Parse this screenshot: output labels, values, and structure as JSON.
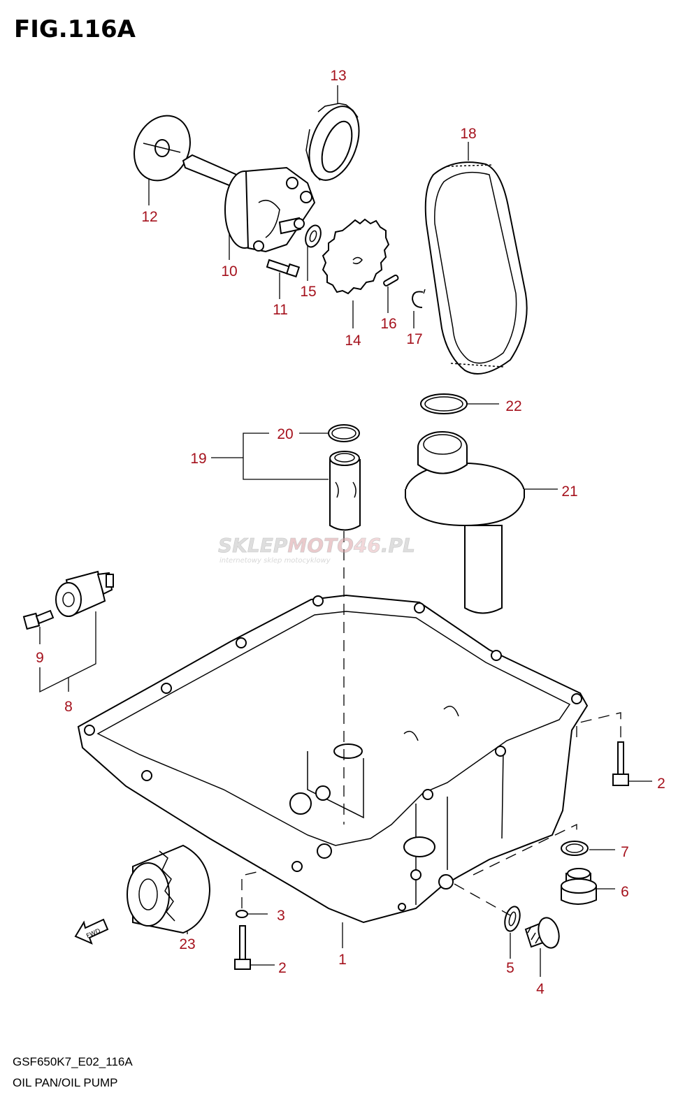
{
  "figure": {
    "title": "FIG.116A",
    "model_code": "GSF650K7_E02_116A",
    "caption": "OIL PAN/OIL PUMP"
  },
  "watermark": {
    "brand_part1": "SKLEP",
    "brand_part2": "MOTO",
    "brand_part3": "46",
    "brand_part4": ".PL",
    "tagline": "internetowy sklep motocyklowy"
  },
  "callouts": [
    "1",
    "2",
    "2",
    "3",
    "4",
    "5",
    "6",
    "7",
    "8",
    "9",
    "10",
    "11",
    "12",
    "13",
    "14",
    "15",
    "16",
    "17",
    "18",
    "19",
    "20",
    "21",
    "22",
    "23"
  ],
  "colors": {
    "callout": "#a5121d",
    "line": "#000000",
    "watermark": "#b8b8b8"
  },
  "arrow": {
    "label": "FWD"
  }
}
